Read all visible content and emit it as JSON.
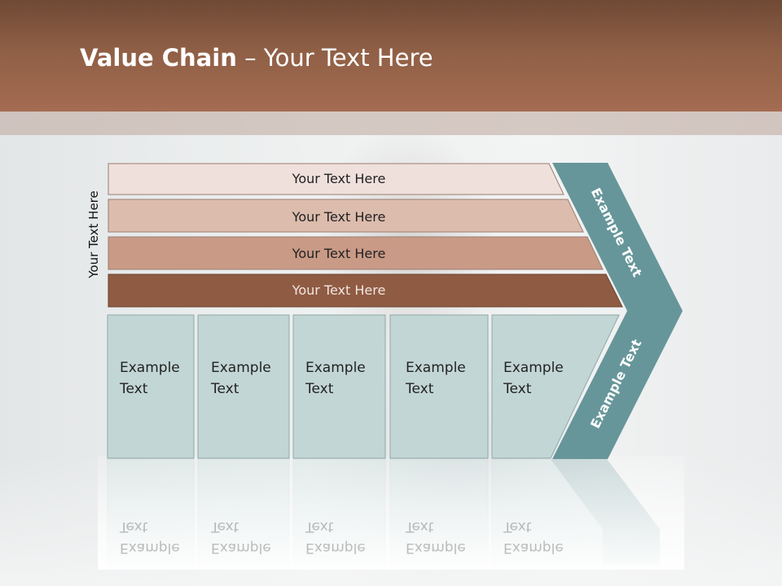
{
  "slide": {
    "title_bold": "Value Chain",
    "title_rest": " – Your Text Here",
    "vertical_label": "Your Text Here"
  },
  "bars": [
    {
      "label": "Your Text Here",
      "color": "#efe0db"
    },
    {
      "label": "Your Text Here",
      "color": "#dcbcad"
    },
    {
      "label": "Your Text Here",
      "color": "#c99a86"
    },
    {
      "label": "Your Text Here",
      "color": "#8f5b43"
    }
  ],
  "cells": [
    {
      "line1": "Example",
      "line2": "Text"
    },
    {
      "line1": "Example",
      "line2": "Text"
    },
    {
      "line1": "Example",
      "line2": "Text"
    },
    {
      "line1": "Example",
      "line2": "Text"
    },
    {
      "line1": "Example",
      "line2": "Text"
    }
  ],
  "chevron": {
    "upper_text": "Example Text",
    "lower_text": "Example Text",
    "color": "#66969a"
  },
  "colors": {
    "cell_fill": "#c2d6d5",
    "header": "#8f5f45"
  }
}
